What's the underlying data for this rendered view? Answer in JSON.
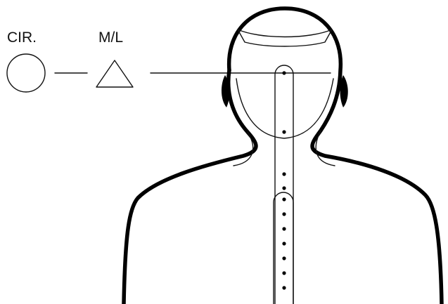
{
  "legend": {
    "circle_label": "CIR.",
    "triangle_label": "M/L"
  },
  "figure": {
    "upper_dot_count": 4,
    "lower_dot_count": 7
  },
  "colors": {
    "ink": "#000000",
    "background": "#ffffff"
  }
}
